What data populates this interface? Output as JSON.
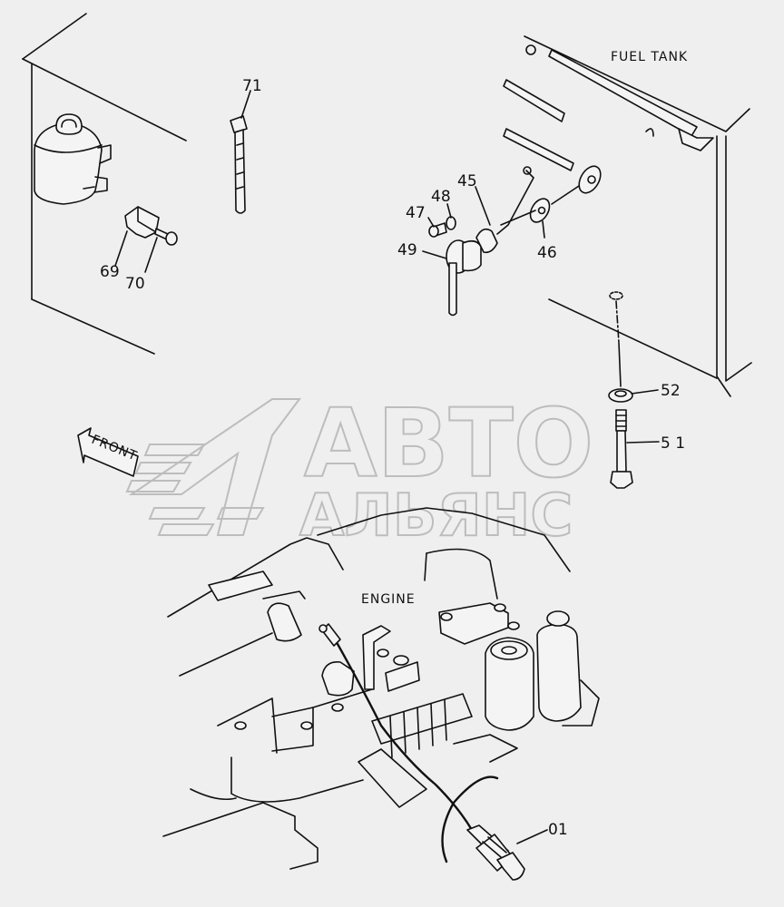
{
  "labels": {
    "fuel_tank": "FUEL TANK",
    "engine": "ENGINE",
    "front": "FRONT",
    "p71": "71",
    "p69": "69",
    "p70": "70",
    "p45": "45",
    "p46": "46",
    "p47": "47",
    "p48": "48",
    "p49": "49",
    "p52": "52",
    "p51": "5 1",
    "p01": "01"
  },
  "watermark": {
    "line1": "АВТО",
    "line2": "АЛЬЯНС"
  }
}
